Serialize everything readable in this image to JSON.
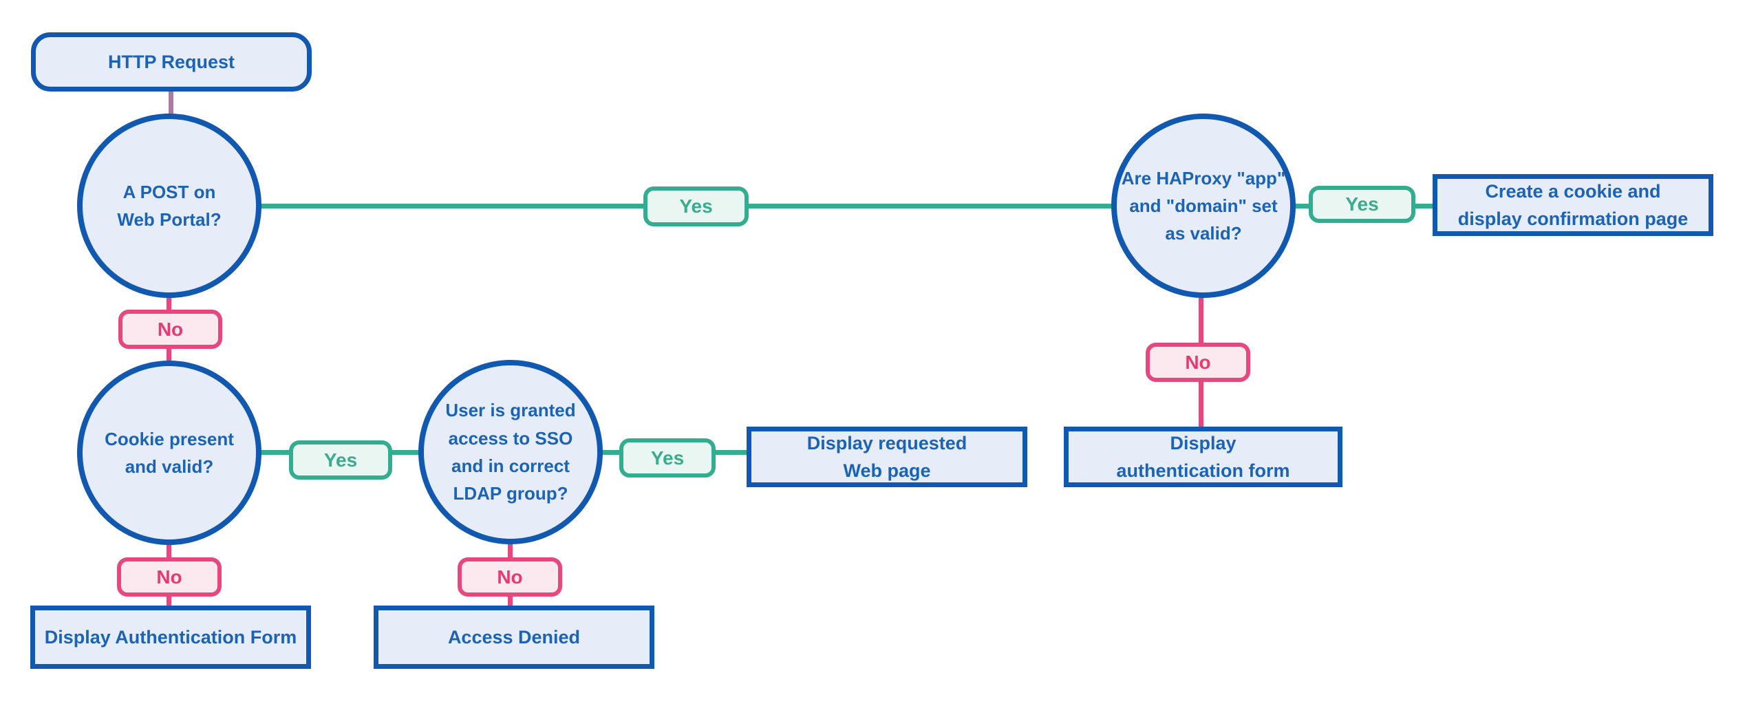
{
  "diagram": {
    "type": "flowchart",
    "background": "#ffffff",
    "colors": {
      "node_border": "#1158b0",
      "node_fill": "#e6ecf8",
      "node_text": "#1a63b7",
      "yes_accent": "#32ad90",
      "yes_fill": "#e9f6f1",
      "no_accent": "#e8477e",
      "no_fill": "#fce8ef",
      "start_connector": "#b277a7"
    },
    "nodes": {
      "http_request": {
        "label": "HTTP Request",
        "shape": "rounded-rectangle"
      },
      "post_web_portal": {
        "label": "A POST on\nWeb Portal?",
        "shape": "circle"
      },
      "haproxy_valid": {
        "label": "Are HAProxy \"app\"\nand \"domain\" set\nas valid?",
        "shape": "circle"
      },
      "create_cookie": {
        "label": "Create a cookie and\ndisplay confirmation page",
        "shape": "rectangle"
      },
      "display_auth_form_right": {
        "label": "Display\nauthentication form",
        "shape": "rectangle"
      },
      "cookie_valid": {
        "label": "Cookie present\nand valid?",
        "shape": "circle"
      },
      "ldap_group": {
        "label": "User is granted\naccess to SSO\nand in correct\nLDAP group?",
        "shape": "circle"
      },
      "display_web_page": {
        "label": "Display requested\nWeb page",
        "shape": "rectangle"
      },
      "display_auth_form_left": {
        "label": "Display Authentication Form",
        "shape": "rectangle"
      },
      "access_denied": {
        "label": "Access Denied",
        "shape": "rectangle"
      }
    },
    "edges": {
      "post_yes": {
        "label": "Yes"
      },
      "post_no": {
        "label": "No"
      },
      "haproxy_yes": {
        "label": "Yes"
      },
      "haproxy_no": {
        "label": "No"
      },
      "cookie_yes": {
        "label": "Yes"
      },
      "cookie_no": {
        "label": "No"
      },
      "ldap_yes": {
        "label": "Yes"
      },
      "ldap_no": {
        "label": "No"
      }
    }
  }
}
